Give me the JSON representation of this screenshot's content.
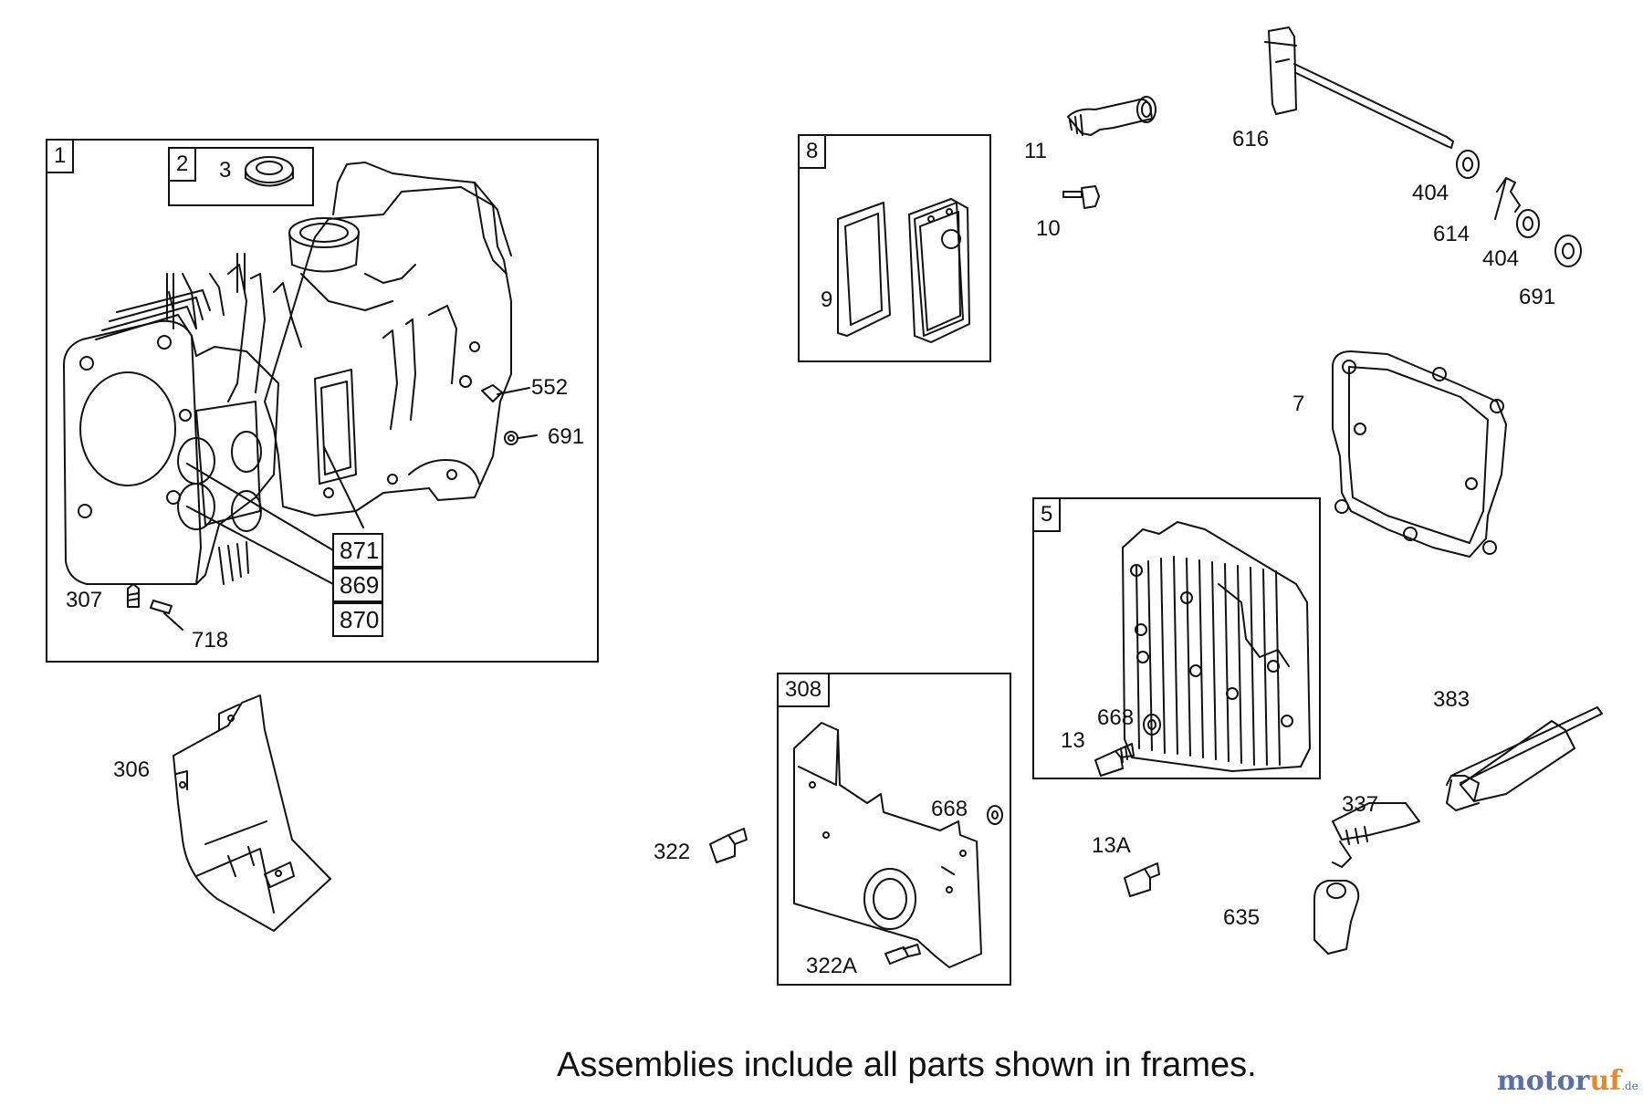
{
  "frames": {
    "f1": "1",
    "f2": "2",
    "f8": "8",
    "f5": "5",
    "f308": "308"
  },
  "boxed_labels": {
    "b871": "871",
    "b869": "869",
    "b870": "870"
  },
  "labels": {
    "l3": "3",
    "l552": "552",
    "l691a": "691",
    "l307": "307",
    "l718": "718",
    "l306": "306",
    "l9": "9",
    "l11": "11",
    "l10": "10",
    "l616": "616",
    "l404a": "404",
    "l614": "614",
    "l404b": "404",
    "l691b": "691",
    "l7": "7",
    "l13": "13",
    "l668a": "668",
    "l383": "383",
    "l337": "337",
    "l668b": "668",
    "l322": "322",
    "l322A": "322A",
    "l13A": "13A",
    "l635": "635"
  },
  "footer": "Assemblies include all parts shown in frames.",
  "watermark": {
    "main": "motor",
    "accent": "uf",
    "suffix": ".de"
  },
  "colors": {
    "line": "#111111",
    "watermark_blue": "#5b6fa8",
    "watermark_orange": "#e58a2b"
  }
}
